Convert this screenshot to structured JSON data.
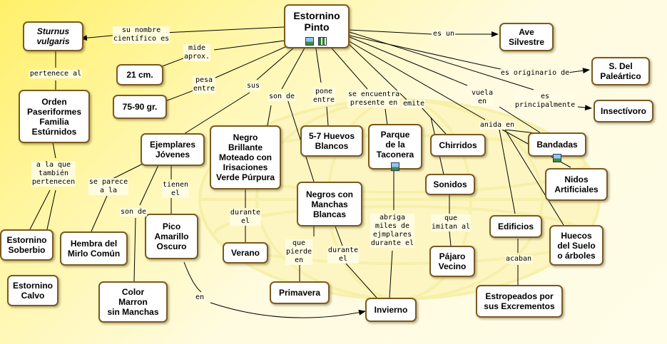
{
  "concepts": {
    "estornino": "Estornino\nPinto",
    "sturnus": "Sturnus\nvulgaris",
    "cm": "21 cm.",
    "gr": "75-90 gr.",
    "orden": "Orden\nPaseriformes\nFamilia\nEstúrnidos",
    "soberbio": "Estornino\nSoberbio",
    "calvo": "Estornino\nCalvo",
    "jovenes": "Ejemplares\nJóvenes",
    "hembra": "Hembra del\nMirlo Común",
    "pico": "Pico\nAmarillo\nOscuro",
    "color": "Color\nMarron\nsin Manchas",
    "negro": "Negro\nBrillante\nMoteado con\nIrisaciones\nVerde Púrpura",
    "verano": "Verano",
    "huevos": "5-7 Huevos\nBlancos",
    "manchas": "Negros con\nManchas\nBlancas",
    "primavera": "Primavera",
    "invierno": "Invierno",
    "parque": "Parque\nde la\nTaconera",
    "chirridos": "Chirridos",
    "sonidos": "Sonidos",
    "pajaro": "Pájaro\nVecino",
    "ave": "Ave\nSilvestre",
    "paleartico": "S. Del\nPaleártico",
    "insectivoro": "Insectívoro",
    "bandadas": "Bandadas",
    "nidos": "Nidos\nArtificiales",
    "huecos": "Huecos\ndel Suelo\no árboles",
    "edificios": "Edificios",
    "estropeados": "Estropeados por\nsus Excrementos"
  },
  "links": {
    "nombre": "su nombre\ncientífico es",
    "mide": "mide\naprox.",
    "pesa": "pesa\nentre",
    "sus": "sus",
    "sonde": "son de",
    "pone": "pone\nentre",
    "presente": "se encuentra\npresente en",
    "emite": "emite",
    "esun": "es un",
    "originario": "es originario de",
    "vuela": "vuela\nen",
    "principal": "es\nprincipalmente",
    "anida": "anida en",
    "pertenece": "pertenece al",
    "alaque": "a la que\ntambién\npertenecen",
    "pareceal": "se parece\na la",
    "tienen": "tienen\nel",
    "sonde2": "son de",
    "durante1": "durante\nel",
    "que": "que\npierde\nen",
    "durante2": "durante\nel",
    "abriga": "abriga\nmiles de\nejmplares\ndurante el",
    "imitan": "que\nimitan al",
    "acaban": "acaban",
    "en": "en"
  }
}
